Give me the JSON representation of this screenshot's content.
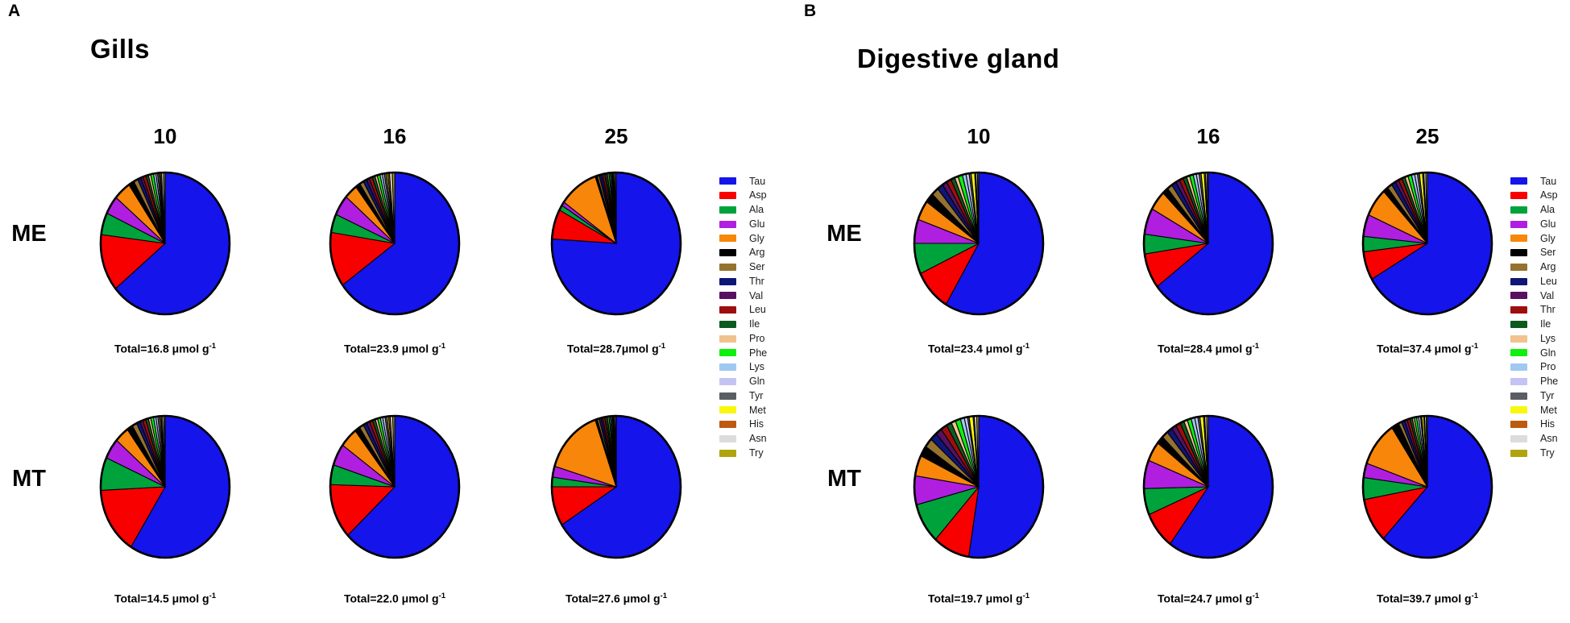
{
  "chart_data": [
    {
      "type": "pie",
      "panel_letter": "A",
      "title": "Gills",
      "col_headers": [
        "10",
        "16",
        "25"
      ],
      "row_labels": [
        "ME",
        "MT"
      ],
      "legend_position": "right",
      "legend": [
        "Tau",
        "Asp",
        "Ala",
        "Glu",
        "Gly",
        "Arg",
        "Ser",
        "Thr",
        "Val",
        "Leu",
        "Ile",
        "Pro",
        "Phe",
        "Lys",
        "Gln",
        "Tyr",
        "Met",
        "His",
        "Asn",
        "Try"
      ],
      "colors": {
        "Tau": "#1414EB",
        "Asp": "#F80000",
        "Ala": "#00A33B",
        "Glu": "#B01EE0",
        "Gly": "#F8860B",
        "Arg": "#000000",
        "Ser": "#96722F",
        "Thr": "#0E1678",
        "Val": "#581060",
        "Leu": "#9E0E0E",
        "Ile": "#0E5A1E",
        "Pro": "#F0C28E",
        "Phe": "#0EF00E",
        "Lys": "#A0C8F0",
        "Gln": "#C4C4F4",
        "Tyr": "#5A5E62",
        "Met": "#F8F80E",
        "His": "#BC5A0E",
        "Asn": "#DCDCDC",
        "Try": "#B0A40E"
      },
      "pies": [
        {
          "row": "ME",
          "temp": "10",
          "total": 16.8,
          "total_label": "Total=16.8 μmol g",
          "total_sup": "-1",
          "values": [
            64,
            13,
            5,
            4.2,
            4.3,
            1.4,
            1.1,
            0.8,
            0.6,
            0.8,
            0.6,
            0.6,
            0.7,
            0.6,
            0.4,
            0.4,
            0.3,
            0.3,
            0.5,
            0.4
          ]
        },
        {
          "row": "ME",
          "temp": "16",
          "total": 23.9,
          "total_label": "Total=23.9 μmol g",
          "total_sup": "-1",
          "values": [
            65,
            12.5,
            4.2,
            4.7,
            3.3,
            1.2,
            1.0,
            0.9,
            0.7,
            0.8,
            0.7,
            0.6,
            0.7,
            0.6,
            0.5,
            0.5,
            0.4,
            0.4,
            0.7,
            0.6
          ]
        },
        {
          "row": "ME",
          "temp": "25",
          "total": 28.7,
          "total_label": "Total=28.7μmol g",
          "total_sup": "-1",
          "values": [
            76,
            6.8,
            1.2,
            0.9,
            9.8,
            0.5,
            0.5,
            0.5,
            0.4,
            0.5,
            0.4,
            0.3,
            0.4,
            0.3,
            0.3,
            0.2,
            0.2,
            0.2,
            0.3,
            0.3
          ]
        },
        {
          "row": "MT",
          "temp": "10",
          "total": 14.5,
          "total_label": "Total=14.5 μmol g",
          "total_sup": "-1",
          "values": [
            58.9,
            15.3,
            7.5,
            4.7,
            3.6,
            1.5,
            1.2,
            0.9,
            0.7,
            0.8,
            0.7,
            0.6,
            0.7,
            0.6,
            0.5,
            0.5,
            0.3,
            0.3,
            0.4,
            0.3
          ]
        },
        {
          "row": "MT",
          "temp": "16",
          "total": 22.0,
          "total_label": "Total=22.0 μmol g",
          "total_sup": "-1",
          "values": [
            63,
            12.5,
            4.5,
            5.0,
            4.5,
            1.3,
            1.1,
            0.9,
            0.8,
            0.8,
            0.7,
            0.6,
            0.7,
            0.6,
            0.6,
            0.5,
            0.4,
            0.4,
            0.6,
            0.5
          ]
        },
        {
          "row": "MT",
          "temp": "25",
          "total": 27.6,
          "total_label": "Total=27.6 μmol g",
          "total_sup": "-1",
          "values": [
            66,
            9,
            2.2,
            2.5,
            15,
            0.5,
            0.5,
            0.5,
            0.4,
            0.5,
            0.4,
            0.3,
            0.4,
            0.3,
            0.3,
            0.3,
            0.2,
            0.2,
            0.3,
            0.2
          ]
        }
      ]
    },
    {
      "type": "pie",
      "panel_letter": "B",
      "title": "Digestive gland",
      "col_headers": [
        "10",
        "16",
        "25"
      ],
      "row_labels": [
        "ME",
        "MT"
      ],
      "legend_position": "right",
      "legend": [
        "Tau",
        "Asp",
        "Ala",
        "Glu",
        "Gly",
        "Ser",
        "Arg",
        "Leu",
        "Val",
        "Thr",
        "Ile",
        "Lys",
        "Gln",
        "Pro",
        "Phe",
        "Tyr",
        "Met",
        "His",
        "Asn",
        "Try"
      ],
      "colors": {
        "Tau": "#1414EB",
        "Asp": "#F80000",
        "Ala": "#00A33B",
        "Glu": "#B01EE0",
        "Gly": "#F8860B",
        "Ser": "#000000",
        "Arg": "#96722F",
        "Leu": "#0E1678",
        "Val": "#581060",
        "Thr": "#9E0E0E",
        "Ile": "#0E5A1E",
        "Lys": "#F0C28E",
        "Gln": "#0EF00E",
        "Pro": "#A0C8F0",
        "Phe": "#C4C4F4",
        "Tyr": "#5A5E62",
        "Met": "#F8F80E",
        "His": "#BC5A0E",
        "Asn": "#DCDCDC",
        "Try": "#B0A40E"
      },
      "pies": [
        {
          "row": "ME",
          "temp": "10",
          "total": 23.4,
          "total_label": "Total=23.4 μmol g",
          "total_sup": "-1",
          "values": [
            58.5,
            9.5,
            7,
            5.5,
            4.5,
            2.2,
            1.8,
            1.5,
            1.2,
            1.2,
            1.0,
            0.9,
            1.1,
            0.9,
            0.8,
            0.5,
            0.9,
            0.3,
            0.4,
            0.3
          ]
        },
        {
          "row": "ME",
          "temp": "16",
          "total": 28.4,
          "total_label": "Total=28.4 μmol g",
          "total_sup": "-1",
          "values": [
            64.6,
            8,
            4.5,
            6,
            4.5,
            1.5,
            1.3,
            1.2,
            1.0,
            1.0,
            0.9,
            0.8,
            0.9,
            0.8,
            0.7,
            0.5,
            0.8,
            0.3,
            0.4,
            0.3
          ]
        },
        {
          "row": "ME",
          "temp": "25",
          "total": 37.4,
          "total_label": "Total=37.4 μmol g",
          "total_sup": "-1",
          "values": [
            66.6,
            6.5,
            3.5,
            5,
            6.5,
            1.3,
            1.2,
            1.1,
            0.9,
            0.9,
            0.8,
            0.8,
            0.9,
            0.8,
            0.7,
            0.5,
            0.8,
            0.3,
            0.5,
            0.4
          ]
        },
        {
          "row": "MT",
          "temp": "10",
          "total": 19.7,
          "total_label": "Total=19.7 μmol g",
          "total_sup": "-1",
          "values": [
            52.5,
            9.2,
            9.2,
            6.6,
            4.7,
            2.4,
            2.1,
            1.8,
            1.6,
            1.6,
            1.3,
            1.1,
            1.3,
            1.0,
            0.8,
            0.4,
            1.0,
            0.3,
            0.6,
            0.5
          ]
        },
        {
          "row": "MT",
          "temp": "16",
          "total": 24.7,
          "total_label": "Total=24.7 μmol g",
          "total_sup": "-1",
          "values": [
            60.1,
            8.5,
            6,
            6.5,
            4.5,
            1.8,
            1.6,
            1.4,
            1.2,
            1.2,
            1.0,
            0.9,
            1.0,
            0.9,
            0.8,
            0.5,
            0.9,
            0.3,
            0.5,
            0.4
          ]
        },
        {
          "row": "MT",
          "temp": "25",
          "total": 39.7,
          "total_label": "Total=39.7 μmol g",
          "total_sup": "-1",
          "values": [
            62,
            10.1,
            5,
            3.3,
            10.3,
            1.9,
            0.8,
            0.8,
            0.7,
            0.7,
            0.6,
            0.5,
            0.6,
            0.5,
            0.5,
            0.3,
            0.5,
            0.2,
            0.4,
            0.3
          ]
        }
      ]
    }
  ]
}
